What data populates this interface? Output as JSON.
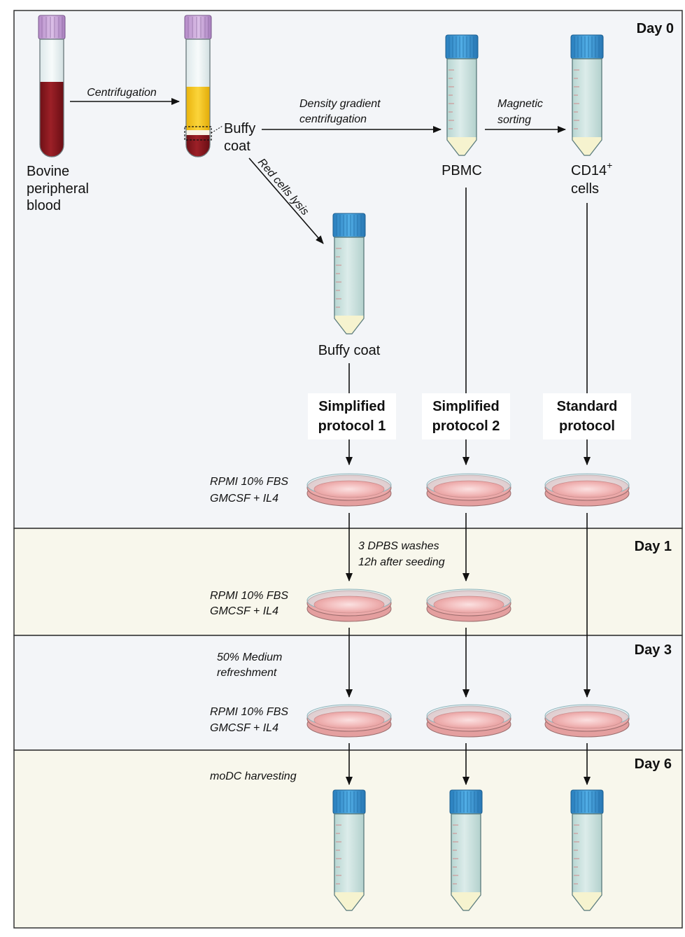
{
  "days": [
    {
      "label": "Day 0",
      "fill": "#f3f5f8"
    },
    {
      "label": "Day 1",
      "fill": "#f8f7ec"
    },
    {
      "label": "Day 3",
      "fill": "#f3f5f8"
    },
    {
      "label": "Day 6",
      "fill": "#f8f7ec"
    }
  ],
  "labels": {
    "bovine_blood": [
      "Bovine",
      "peripheral",
      "blood"
    ],
    "centrifugation": "Centrifugation",
    "buffy_coat_top": [
      "Buffy",
      "coat"
    ],
    "density_gradient": [
      "Density gradient",
      "centrifugation"
    ],
    "magnetic_sorting": [
      "Magnetic",
      "sorting"
    ],
    "red_cells_lysis": "Red cells lysis",
    "pbmc": "PBMC",
    "cd14_cells": [
      "CD14",
      "+",
      "cells"
    ],
    "buffy_coat_tube": "Buffy coat"
  },
  "protocols": [
    {
      "line1": "Simplified",
      "line2": "protocol 1"
    },
    {
      "line1": "Simplified",
      "line2": "protocol 2"
    },
    {
      "line1": "Standard",
      "line2": "protocol"
    }
  ],
  "media": {
    "line1": "RPMI 10% FBS",
    "line2": "GMCSF + IL4"
  },
  "steps": {
    "washes": [
      "3 DPBS washes",
      "12h after seeding"
    ],
    "refreshment": [
      "50% Medium",
      "refreshment"
    ],
    "harvest": "moDC harvesting"
  },
  "colors": {
    "blood": "#8e1a1f",
    "plasma": "#f5c516",
    "purple_cap": "#c7a4d6",
    "blue_cap": "#3d9ad6",
    "tube_liquid": "#cfe5e2",
    "pellet": "#f4f1cc",
    "dish_fill": "#f1b5b5",
    "dish_rim": "#cfe7ec"
  }
}
